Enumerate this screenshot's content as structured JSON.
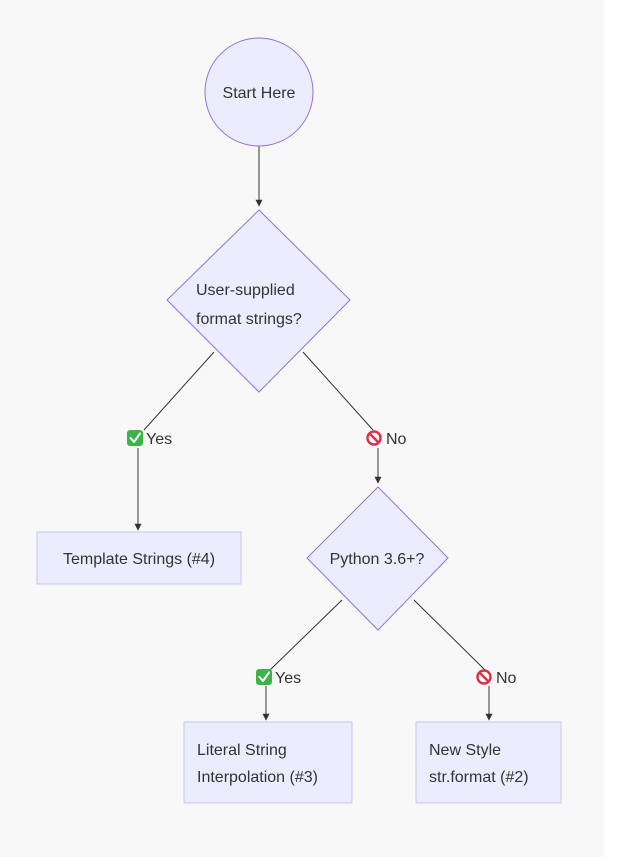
{
  "nodes": {
    "start": "Start Here",
    "decision_user_format": [
      "User-supplied",
      "format strings?"
    ],
    "template_strings": "Template Strings (#4)",
    "decision_python": "Python 3.6+?",
    "literal_interpolation": [
      "Literal String",
      "Interpolation (#3)"
    ],
    "new_style_format": [
      "New Style",
      "str.format (#2)"
    ]
  },
  "edges": {
    "user_yes": "Yes",
    "user_no": "No",
    "python_yes": "Yes",
    "python_no": "No"
  },
  "icons": {
    "yes": "check-mark-icon",
    "no": "prohibited-icon"
  },
  "colors": {
    "node_fill": "#ececff",
    "node_stroke": "#9370db",
    "edge": "#333333",
    "yes_icon": "#3bb54a",
    "no_icon": "#dd2e44"
  }
}
